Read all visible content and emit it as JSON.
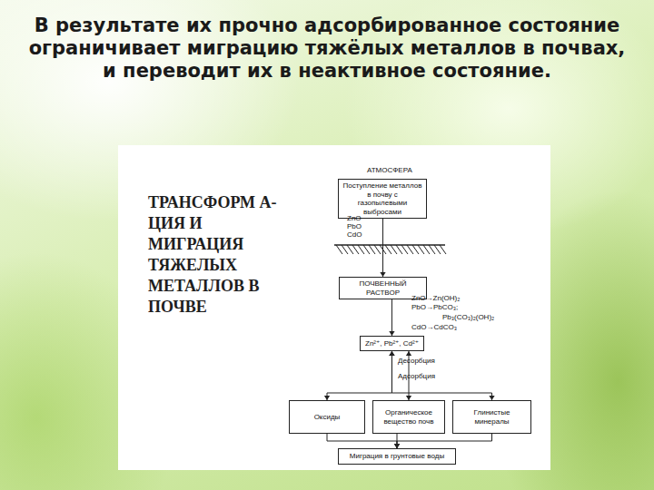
{
  "diagram": {
    "title": "В результате их прочно адсорбированное состояние ограничивает миграцию тяжёлых металлов в почвах, и переводит их в неактивное состояние.",
    "nodes": [
      {
        "text": [
          "Поступление металлов в почву с газопылевыми выбросами"
        ]
      },
      {
        "text": [
          "ПОЧВЕННЫЙ РАСТВОР"
        ]
      },
      {
        "text": [
          "Zn²⁺, Pb²⁺, Cd²⁺"
        ]
      },
      {
        "text": [
          "Оксиды"
        ]
      },
      {
        "text": [
          "Органическое вещество почв"
        ]
      },
      {
        "text": [
          "Глинистые минералы"
        ]
      },
      {
        "text": [
          "Миграция в грунтовые воды"
        ]
      }
    ],
    "edges": [
      {
        "from": 0,
        "to": 1,
        "arrow": "to"
      },
      {
        "from": 1,
        "to": 2,
        "arrow": "to"
      },
      {
        "from": 2,
        "to": 3,
        "arrow": "both"
      },
      {
        "from": 2,
        "to": 4,
        "arrow": "both"
      },
      {
        "from": 2,
        "to": 5,
        "arrow": "both"
      },
      {
        "from": 3,
        "to": 6,
        "arrow": "to"
      },
      {
        "from": 4,
        "to": 6,
        "arrow": "to"
      },
      {
        "from": 5,
        "to": 6,
        "arrow": "to"
      }
    ],
    "labels": [
      "ТРАНСФОРМ А-ЦИЯ И МИГРАЦИЯ ТЯЖЕЛЫХ МЕТАЛЛОВ В ПОЧВЕ",
      "АТМОСФЕРА",
      "ZnO",
      "PbO",
      "CdO",
      "ZnO→Zn(OH)₂",
      "PbO→PbCO₃;",
      "Pb₃(CO₃)₂(OH)₂",
      "CdO→CdCO₃",
      "Десорбция",
      "Адсорбция"
    ]
  }
}
